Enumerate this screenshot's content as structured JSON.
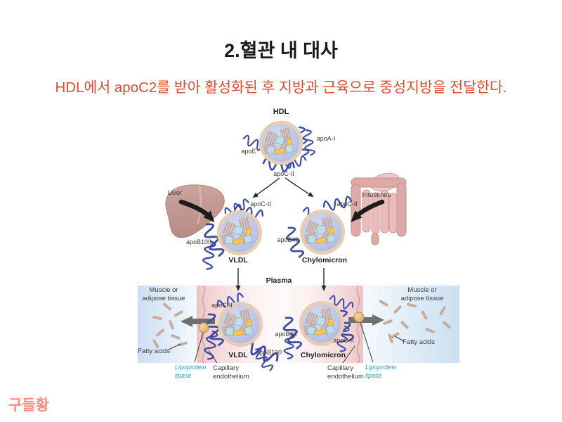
{
  "slide": {
    "title": "2.혈관 내 대사",
    "subtitle": "HDL에서 apoC2를 받아 활성화된 후 지방과 근육으로 중성지방을 전달한다.",
    "watermark": "구들황"
  },
  "labels": {
    "hdl": "HDL",
    "apoa1": "apoA-I",
    "apoe": "apoE",
    "apoc2": "apoC-II",
    "liver": "Liver",
    "intestines": "Intestines",
    "vldl": "VLDL",
    "chylomicron": "Chylomicron",
    "apob100": "apoB100",
    "apob48": "apoB48",
    "plasma": "Plasma",
    "muscle_line1": "Muscle or",
    "muscle_line2": "adipose tissue",
    "fatty_acids": "Fatty acids",
    "lipoprotein": "Lipoprotein",
    "lipase": "lipase",
    "capillary": "Capillary",
    "endothelium": "endothelium"
  },
  "colors": {
    "subtitle_red": "#df4a30",
    "watermark_pink": "#ff8b80",
    "lipase_label_blue": "#2f9bd1",
    "particle_fill": "#b9c3e4",
    "particle_ring": "#e7cdb4",
    "apoprotein_coil": "#3d4ca3",
    "liver_pink": "#c49b94",
    "intestine_pink": "#e2aeac",
    "muscle_blue": "#cbdff2",
    "plasma_pink": "#ebc1c5",
    "arrow_black": "#1c1c1c",
    "arrow_gray": "#6f6f6f"
  }
}
